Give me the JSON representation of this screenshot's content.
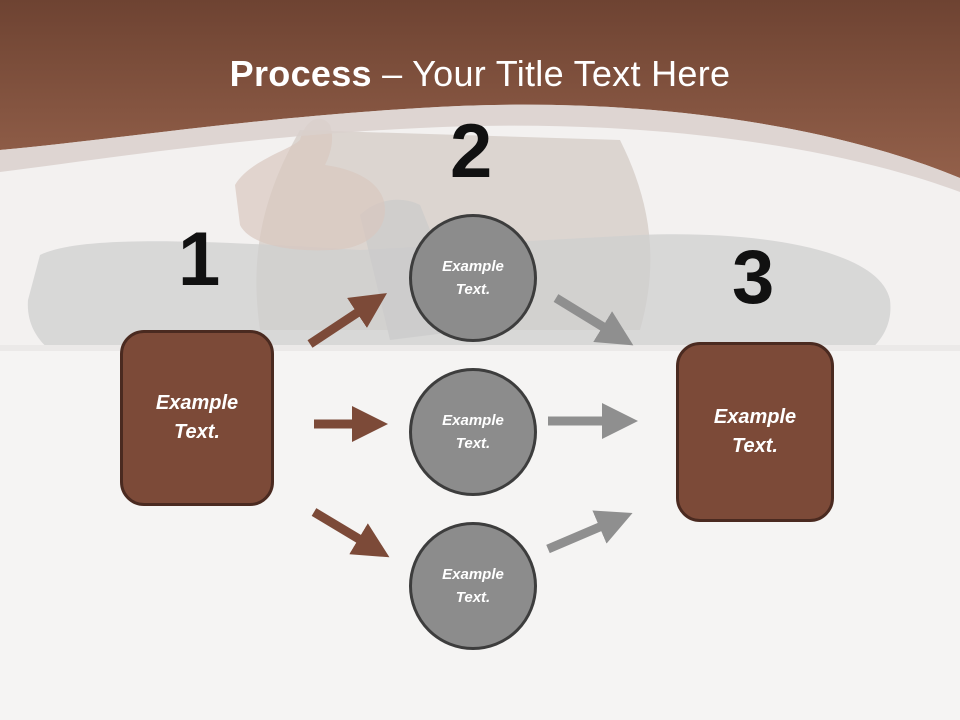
{
  "title": {
    "bold": "Process",
    "rest": " – Your Title Text Here"
  },
  "steps": [
    {
      "number": "1",
      "label": "Example\nText."
    },
    {
      "number": "2"
    },
    {
      "number": "3",
      "label": "Example\nText."
    }
  ],
  "circles": [
    {
      "label": "Example\nText."
    },
    {
      "label": "Example\nText."
    },
    {
      "label": "Example\nText."
    }
  ],
  "colors": {
    "header_brown": "#8a5540",
    "box_fill": "#7c4a38",
    "box_border": "#4a2a20",
    "circle_fill": "#8c8c8c",
    "circle_border": "#3d3d3d",
    "arrow_brown": "#7c4a38",
    "arrow_gray": "#8f8f8f"
  }
}
